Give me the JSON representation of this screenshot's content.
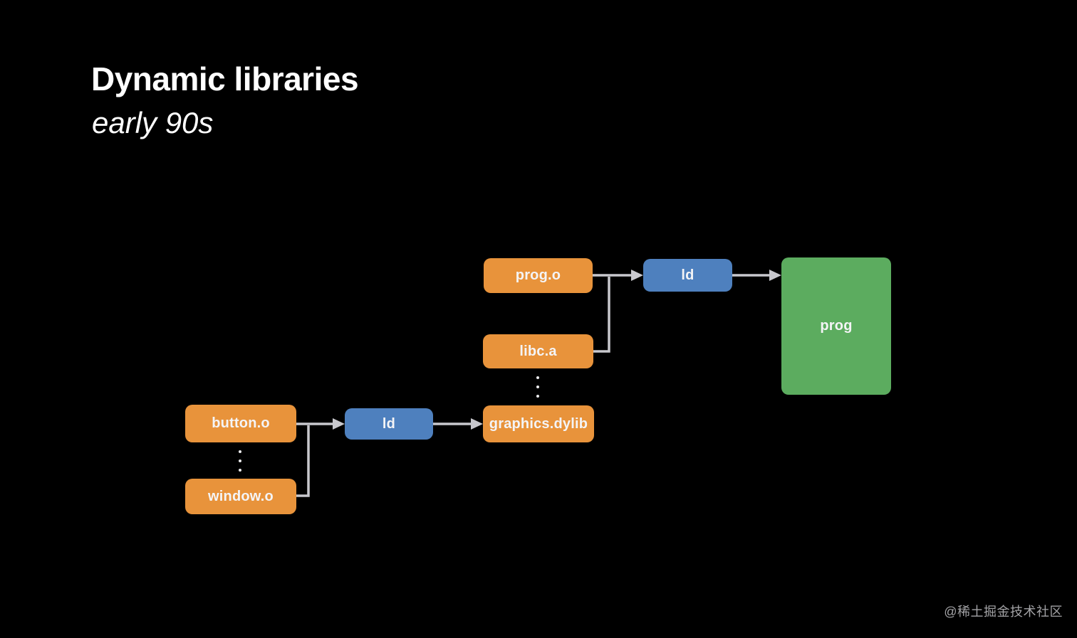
{
  "slide": {
    "title": "Dynamic libraries",
    "subtitle": "early 90s"
  },
  "watermark": "@稀土掘金技术社区",
  "colors": {
    "background": "#000000",
    "object_file_box": "#E8933B",
    "linker_box": "#4E80BE",
    "output_box": "#5CAC5F",
    "connector": "#C8C8CD",
    "box_text": "#F4F4F6",
    "title_text": "#FFFFFF",
    "watermark_text": "#A3A3A6"
  },
  "diagram": {
    "nodes": {
      "prog_o": {
        "label": "prog.o",
        "type": "object-file"
      },
      "libc_a": {
        "label": "libc.a",
        "type": "static-library"
      },
      "ld_top": {
        "label": "ld",
        "type": "linker"
      },
      "prog": {
        "label": "prog",
        "type": "executable-output"
      },
      "button_o": {
        "label": "button.o",
        "type": "object-file"
      },
      "window_o": {
        "label": "window.o",
        "type": "object-file"
      },
      "ld_bottom": {
        "label": "ld",
        "type": "linker"
      },
      "graphics_dylib": {
        "label": "graphics.dylib",
        "type": "dynamic-library"
      }
    },
    "edges": [
      {
        "from": "prog.o",
        "to": "ld",
        "group": "top"
      },
      {
        "from": "libc.a",
        "to": "ld",
        "group": "top"
      },
      {
        "from": "ld",
        "to": "prog",
        "group": "top"
      },
      {
        "from": "button.o",
        "to": "ld",
        "group": "bottom"
      },
      {
        "from": "window.o",
        "to": "ld",
        "group": "bottom"
      },
      {
        "from": "ld",
        "to": "graphics.dylib",
        "group": "bottom"
      }
    ],
    "ellipsis_meaning": "more files omitted"
  }
}
